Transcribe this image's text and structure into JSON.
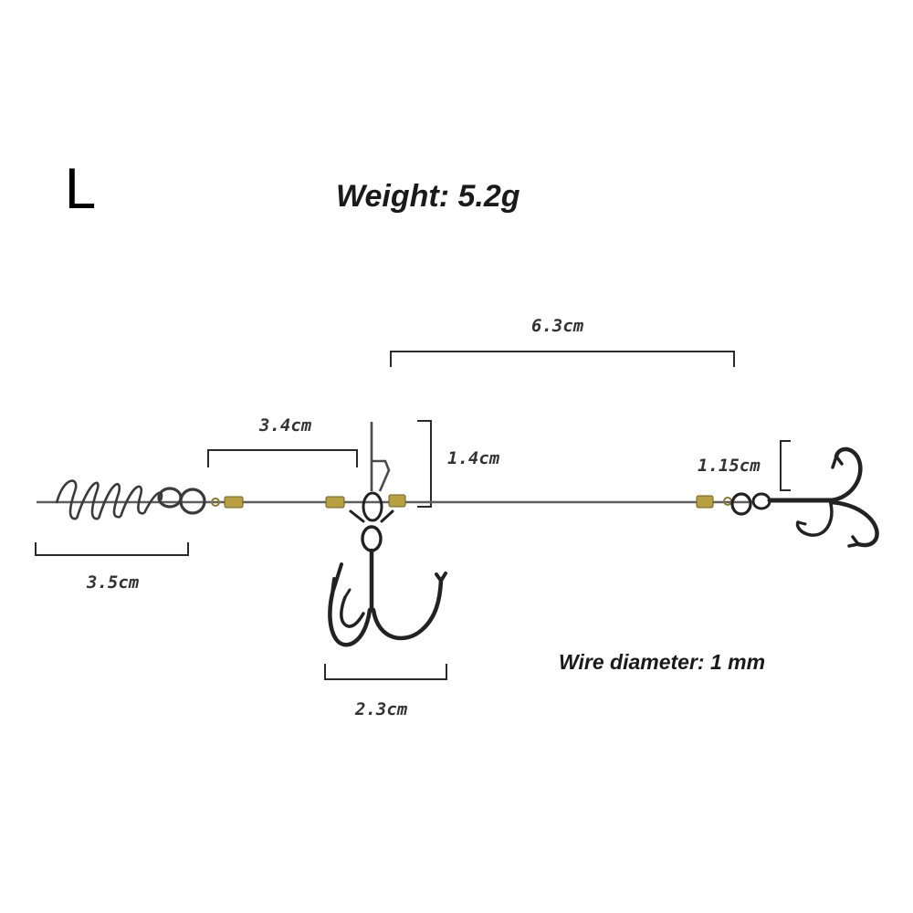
{
  "diagram": {
    "size_label": "L",
    "weight": "Weight: 5.2g",
    "wire_diameter": "Wire diameter: 1 mm",
    "dimensions": {
      "screw": "3.5cm",
      "front_wire": "3.4cm",
      "stinger_wire": "6.3cm",
      "pin_height": "1.4cm",
      "middle_hook": "2.3cm",
      "tail_hook": "1.15cm"
    },
    "colors": {
      "wire": "#5e5e5e",
      "metal_dark": "#222222",
      "brass_sleeve": "#b8a040",
      "bracket": "#2a2a2a"
    }
  }
}
